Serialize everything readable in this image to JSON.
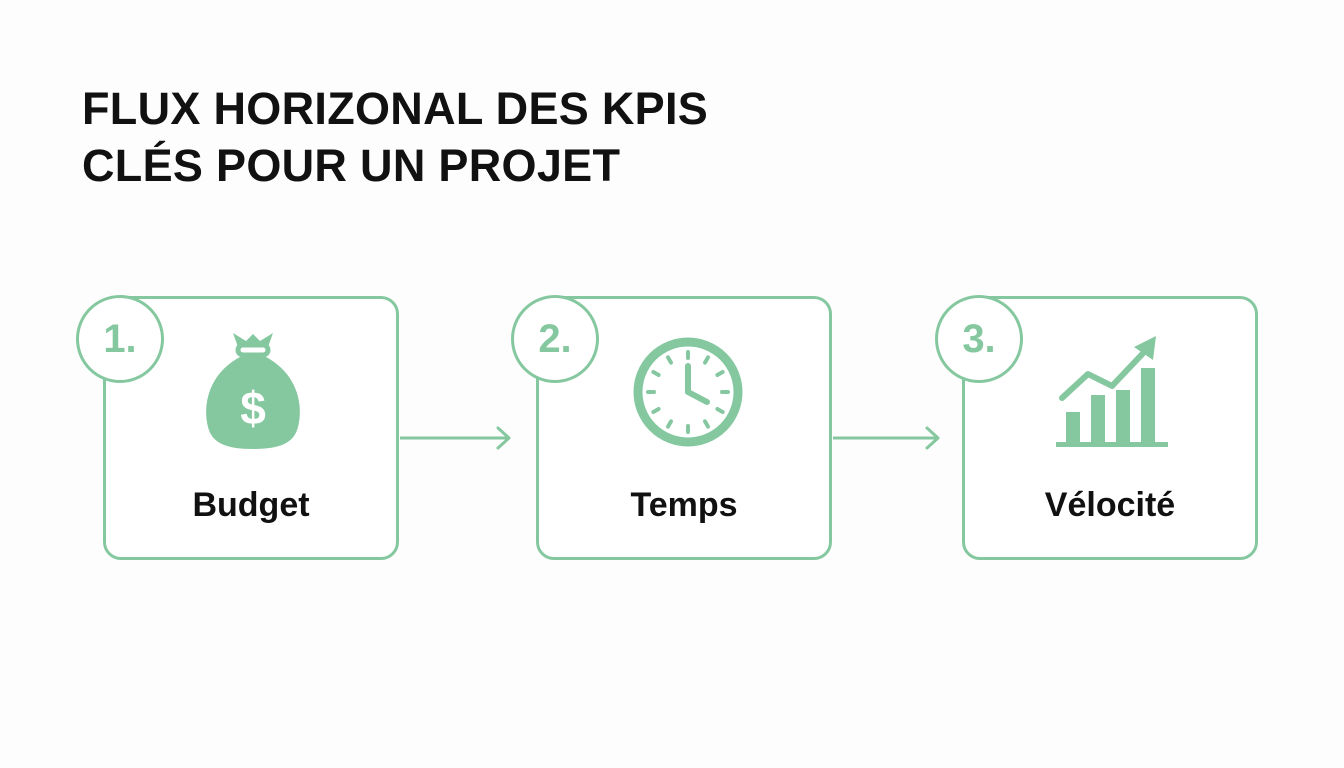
{
  "title": {
    "line1": "FLUX HORIZONAL DES KPIS",
    "line2": "CLÉS POUR UN PROJET"
  },
  "colors": {
    "accent": "#85c89f",
    "text": "#111111",
    "background": "#fcfdfc"
  },
  "steps": [
    {
      "number": "1.",
      "label": "Budget",
      "icon": "money-bag-icon"
    },
    {
      "number": "2.",
      "label": "Temps",
      "icon": "clock-icon"
    },
    {
      "number": "3.",
      "label": "Vélocité",
      "icon": "growth-chart-icon"
    }
  ]
}
